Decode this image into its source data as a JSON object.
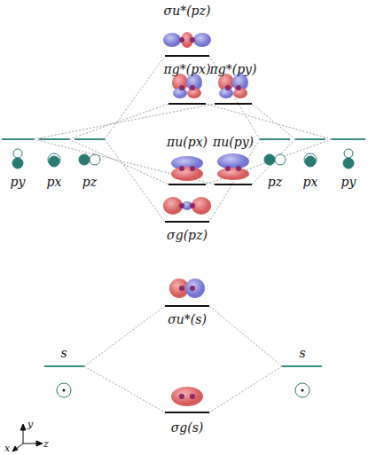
{
  "diagram": {
    "labels": [
      "σu*(pz)",
      "πg*(px)",
      "πg*(py)",
      "py",
      "px",
      "pz",
      "pz",
      "px",
      "py",
      "πu(px)",
      "πu(py)",
      "σg(pz)",
      "σu*(s)",
      "s",
      "s",
      "σg(s)",
      "x",
      "y",
      "z"
    ]
  }
}
